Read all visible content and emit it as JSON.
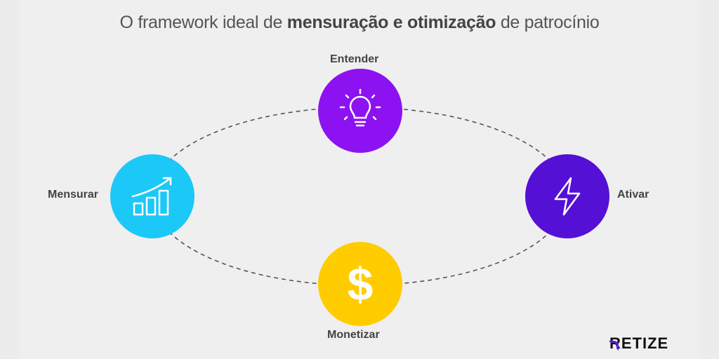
{
  "title": {
    "prefix": "O framework ideal de ",
    "bold": "mensuração e otimização",
    "suffix": " de patrocínio"
  },
  "nodes": [
    {
      "label": "Entender",
      "icon": "lightbulb-icon",
      "color": "#8c12f2"
    },
    {
      "label": "Ativar",
      "icon": "lightning-icon",
      "color": "#5510d6"
    },
    {
      "label": "Monetizar",
      "icon": "dollar-icon",
      "color": "#ffcc00"
    },
    {
      "label": "Mensurar",
      "icon": "bar-chart-growth-icon",
      "color": "#1cc8f7"
    }
  ],
  "logo": {
    "first": "R",
    "rest": "ETIZE"
  }
}
